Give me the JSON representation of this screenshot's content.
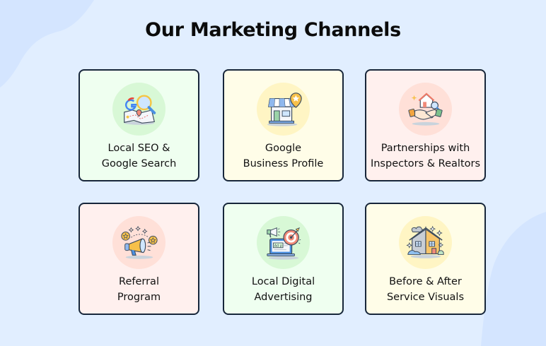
{
  "title": "Our Marketing Channels",
  "colors": {
    "background": "#e1eeff",
    "blob": "#d4e5ff",
    "card_border": "#17263a",
    "green_card": "#effff0",
    "yellow_card": "#fffde8",
    "pink_card": "#fff0ee"
  },
  "channels": [
    {
      "line1": "Local SEO &",
      "line2": "Google Search",
      "icon": "map-magnifier-icon",
      "theme": "green"
    },
    {
      "line1": "Google",
      "line2": "Business Profile",
      "icon": "storefront-pin-icon",
      "theme": "yellow"
    },
    {
      "line1": "Partnerships with",
      "line2": "Inspectors & Realtors",
      "icon": "handshake-house-icon",
      "theme": "pink"
    },
    {
      "line1": "Referral",
      "line2": "Program",
      "icon": "megaphone-stars-icon",
      "theme": "pink"
    },
    {
      "line1": "Local Digital",
      "line2": "Advertising",
      "icon": "laptop-ad-target-icon",
      "theme": "green"
    },
    {
      "line1": "Before & After",
      "line2": "Service Visuals",
      "icon": "before-after-house-icon",
      "theme": "yellow"
    }
  ]
}
